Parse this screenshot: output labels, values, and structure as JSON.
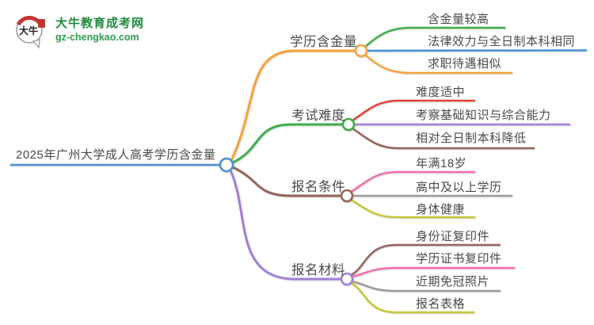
{
  "logo": {
    "icon_text": "大牛",
    "site_name": "大牛教育成考网",
    "site_domain": "gz-chengkao.com"
  },
  "palette": {
    "root_blue": "#4a90d2",
    "orange": "#f7a13c",
    "green": "#3fae49",
    "red": "#e2453c",
    "purple": "#a17fd9",
    "brown": "#95655c",
    "pink": "#ef6fad",
    "gray": "#9c9c9c",
    "olive": "#c5c735",
    "text": "#4a4a4a",
    "logo_green": "#1f8a3d"
  },
  "mindmap": {
    "root": {
      "label": "2025年广州大学成人高考学历含金量",
      "color": "#4a90d2"
    },
    "branches": [
      {
        "label": "学历含金量",
        "color": "#f7a13c",
        "children": [
          {
            "label": "含金量较高",
            "color": "#3fae49"
          },
          {
            "label": "法律效力与全日制本科相同",
            "color": "#4a90d2"
          },
          {
            "label": "求职待遇相似",
            "color": "#f7a13c"
          }
        ]
      },
      {
        "label": "考试难度",
        "color": "#3fae49",
        "children": [
          {
            "label": "难度适中",
            "color": "#e2453c"
          },
          {
            "label": "考察基础知识与综合能力",
            "color": "#a17fd9"
          },
          {
            "label": "相对全日制本科降低",
            "color": "#95655c"
          }
        ]
      },
      {
        "label": "报名条件",
        "color": "#95655c",
        "children": [
          {
            "label": "年满18岁",
            "color": "#ef6fad"
          },
          {
            "label": "高中及以上学历",
            "color": "#9c9c9c"
          },
          {
            "label": "身体健康",
            "color": "#c5c735"
          }
        ]
      },
      {
        "label": "报名材料",
        "color": "#a17fd9",
        "children": [
          {
            "label": "身份证复印件",
            "color": "#95655c"
          },
          {
            "label": "学历证书复印件",
            "color": "#ef6fad"
          },
          {
            "label": "近期免冠照片",
            "color": "#9c9c9c"
          },
          {
            "label": "报名表格",
            "color": "#c5c735"
          }
        ]
      }
    ]
  }
}
